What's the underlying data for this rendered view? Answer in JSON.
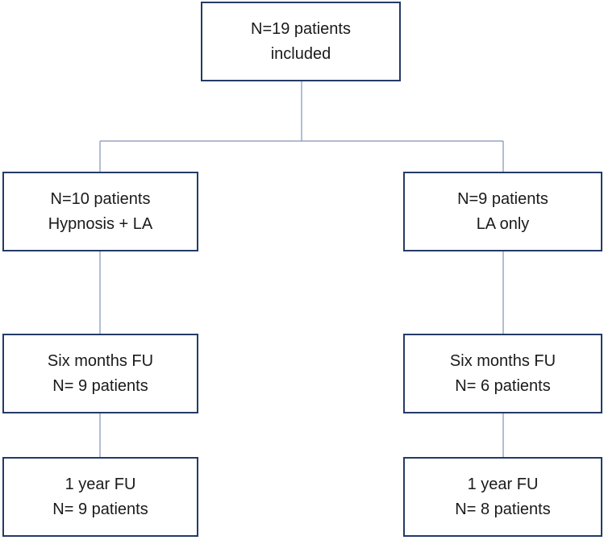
{
  "flowchart": {
    "root": {
      "line1": "N=19 patients",
      "line2": "included"
    },
    "left": {
      "group": {
        "line1": "N=10 patients",
        "line2": "Hypnosis + LA"
      },
      "six_months": {
        "line1": "Six months FU",
        "line2": "N= 9 patients"
      },
      "one_year": {
        "line1": "1 year FU",
        "line2": "N= 9 patients"
      }
    },
    "right": {
      "group": {
        "line1": "N=9 patients",
        "line2": "LA only"
      },
      "six_months": {
        "line1": "Six months FU",
        "line2": "N= 6 patients"
      },
      "one_year": {
        "line1": "1 year FU",
        "line2": "N= 8 patients"
      }
    }
  },
  "colors": {
    "box_border": "#243b66",
    "connector": "#7f93b8",
    "text": "#1a1a1a",
    "background": "#ffffff"
  }
}
